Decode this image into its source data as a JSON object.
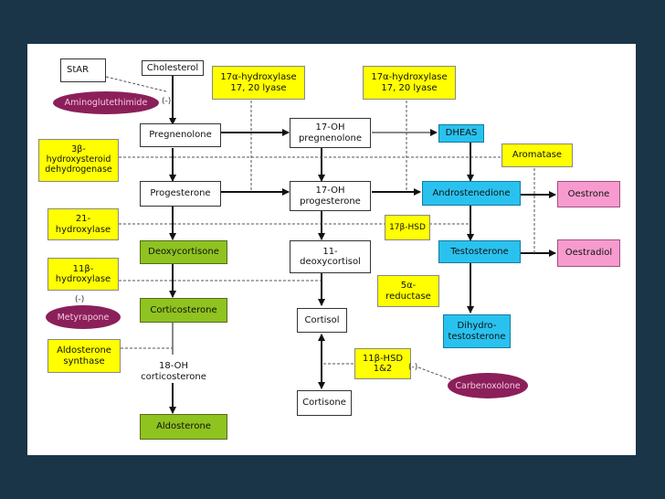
{
  "nodes": {
    "star": "StAR",
    "cholesterol": "Cholesterol",
    "pregnenolone": "Pregnenolone",
    "oh17_pregnenolone": "17-OH\npregnenolone",
    "dheas": "DHEAS",
    "progesterone": "Progesterone",
    "oh17_progesterone": "17-OH\nprogesterone",
    "androstenedione": "Androstenedione",
    "oestrone": "Oestrone",
    "deoxycortisone": "Deoxycortisone",
    "deoxycortisol11": "11-\ndeoxycortisol",
    "testosterone": "Testosterone",
    "oestradiol": "Oestradiol",
    "corticosterone": "Corticosterone",
    "cortisol": "Cortisol",
    "dihydrotestosterone": "Dihydro-\ntestosterone",
    "oh18_corticosterone": "18-OH\ncorticosterone",
    "aldosterone": "Aldosterone",
    "cortisone": "Cortisone"
  },
  "enzymes": {
    "hydroxylase17_a": "17α-hydroxylase\n17, 20 lyase",
    "hydroxylase17_b": "17α-hydroxylase\n17, 20 lyase",
    "dehydrogenase3b": "3β-\nhydroxysteroid\ndehydrogenase",
    "aromatase": "Aromatase",
    "hydroxylase21": "21-\nhydroxylase",
    "hsd17b": "17β-HSD",
    "hydroxylase11b": "11β-\nhydroxylase",
    "reductase5a": "5α-\nreductase",
    "aldosterone_synthase": "Aldosterone\nsynthase",
    "hsd11b": "11β-HSD\n1&2"
  },
  "inhibitors": {
    "aminoglutethimide": "Aminoglutethimide",
    "metyrapone": "Metyrapone",
    "carbenoxolone": "Carbenoxolone"
  },
  "inhibition_mark": "(-)"
}
